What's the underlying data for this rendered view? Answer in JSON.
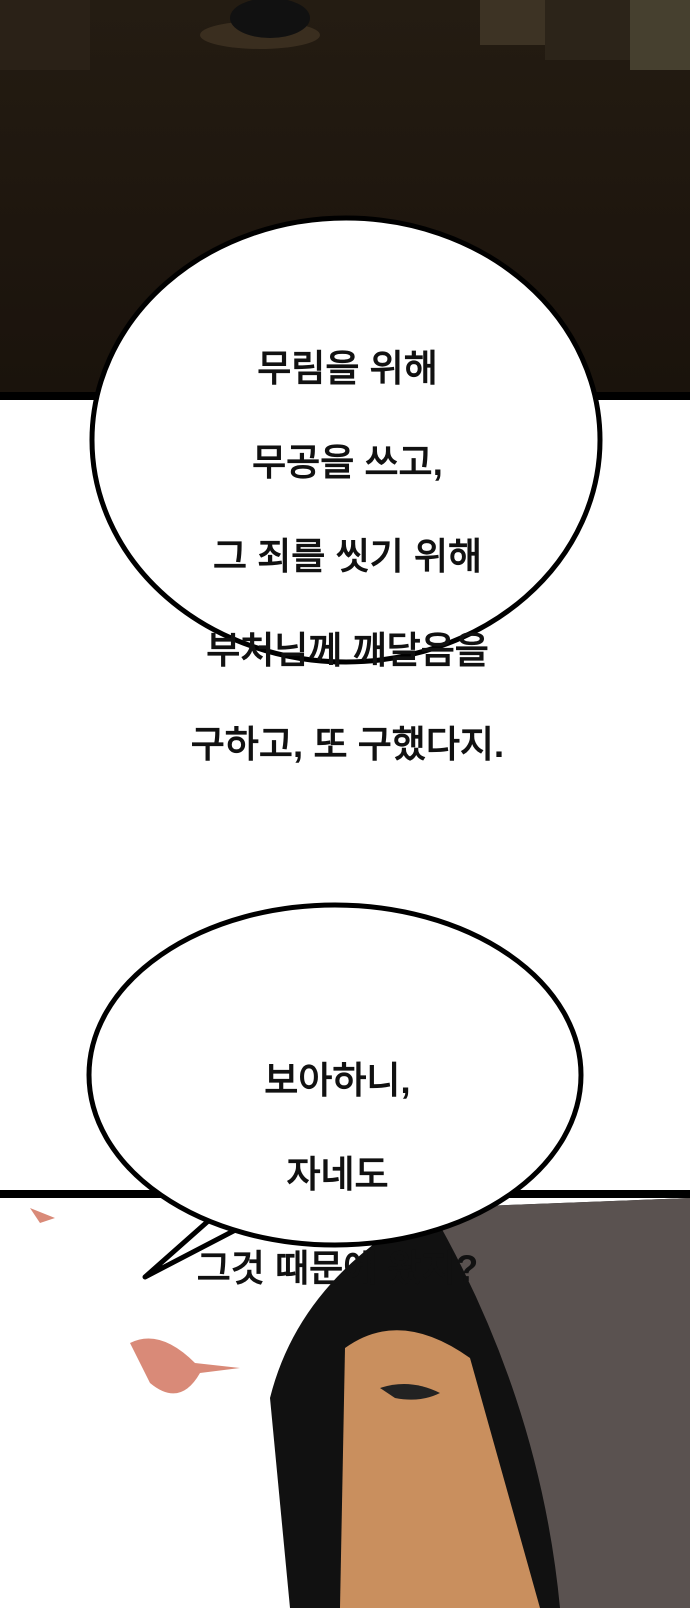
{
  "bubbles": [
    {
      "lines": [
        "무림을 위해",
        "무공을 쓰고,",
        "그 죄를 씻기 위해",
        "부처님께 깨달음을",
        "구하고, 또 구했다지."
      ]
    },
    {
      "lines": [
        "보아하니,",
        "자네도",
        "그것 때문에 왔지?"
      ]
    }
  ],
  "colors": {
    "night_bg": "#1e160e",
    "hood": "#5a5250",
    "skin": "#c98f5e",
    "leaf": "#d98a78"
  }
}
